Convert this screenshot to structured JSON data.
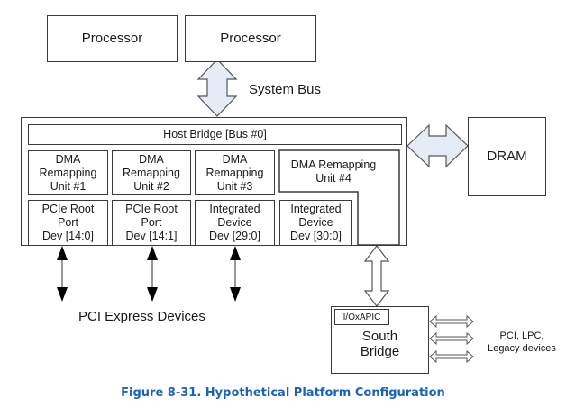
{
  "figure": {
    "caption": "Figure 8-31.  Hypothetical Platform Configuration"
  },
  "processors": [
    {
      "label": "Processor"
    },
    {
      "label": "Processor"
    }
  ],
  "system_bus": {
    "label": "System Bus"
  },
  "host_complex": {
    "host_bridge": {
      "label": "Host Bridge [Bus #0]"
    },
    "dma_units": [
      {
        "lines": [
          "DMA",
          "Remapping",
          "Unit #1"
        ]
      },
      {
        "lines": [
          "DMA",
          "Remapping",
          "Unit #2"
        ]
      },
      {
        "lines": [
          "DMA",
          "Remapping",
          "Unit #3"
        ]
      },
      {
        "lines": [
          "DMA Remapping",
          "Unit #4"
        ]
      }
    ],
    "devices": [
      {
        "lines": [
          "PCIe Root",
          "Port",
          "Dev [14:0]"
        ]
      },
      {
        "lines": [
          "PCIe Root",
          "Port",
          "Dev [14:1]"
        ]
      },
      {
        "lines": [
          "Integrated",
          "Device",
          "Dev [29:0]"
        ]
      },
      {
        "lines": [
          "Integrated",
          "Device",
          "Dev [30:0]"
        ]
      }
    ]
  },
  "dram": {
    "label": "DRAM"
  },
  "pci_express": {
    "label": "PCI Express Devices"
  },
  "south_bridge": {
    "lines": [
      "South",
      "Bridge"
    ],
    "ioxapic": "I/OxAPIC"
  },
  "legacy": {
    "lines": [
      "PCI, LPC,",
      "Legacy devices"
    ]
  },
  "colors": {
    "arrow_fill": "#e6ecf7",
    "border": "#3a3a3a",
    "caption": "#1b63b5"
  }
}
